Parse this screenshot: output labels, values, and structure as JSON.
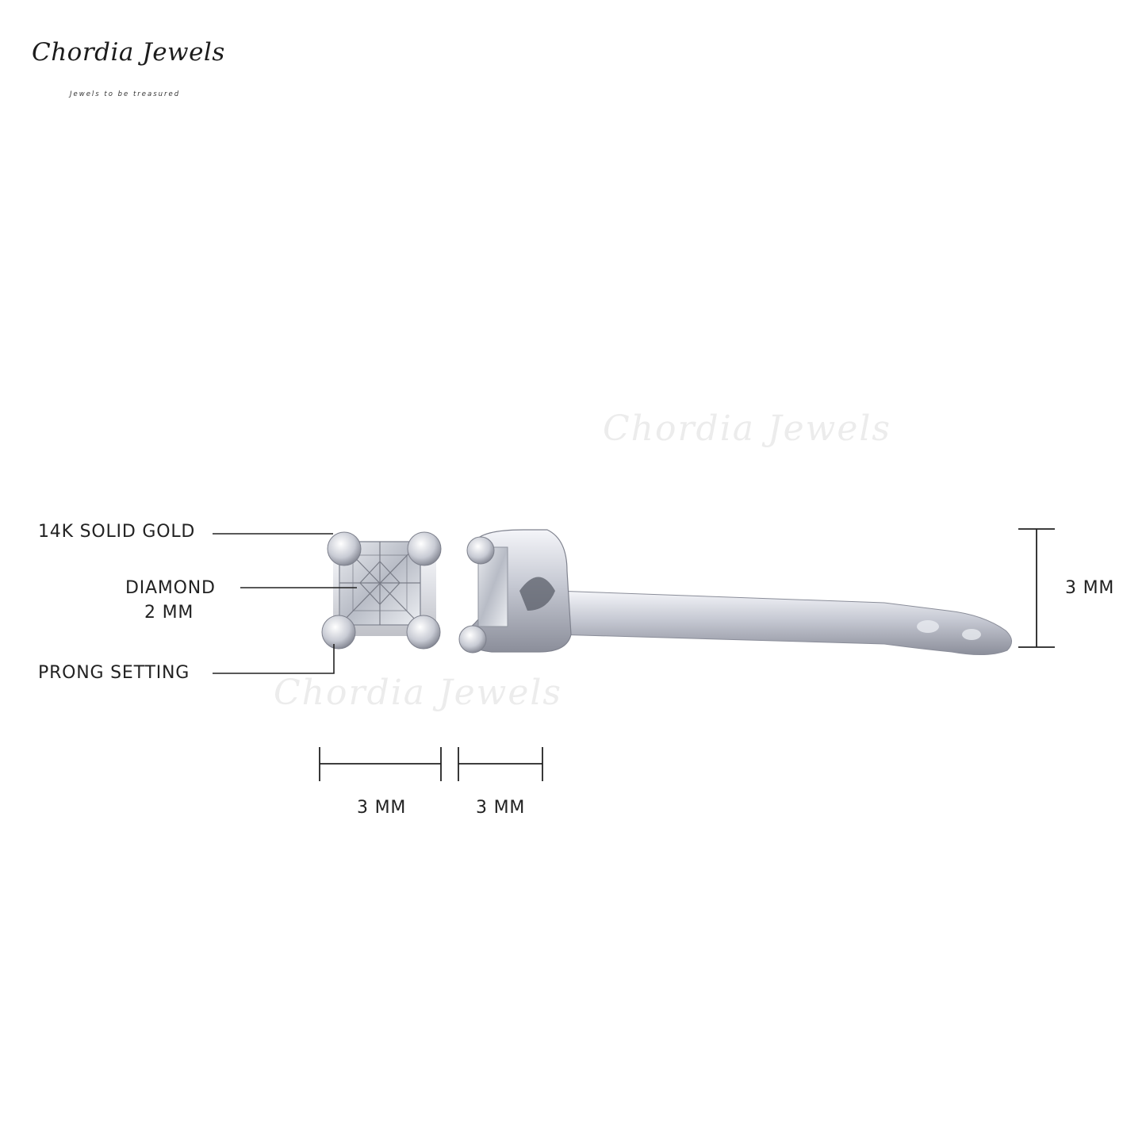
{
  "brand": {
    "name": "Chordia Jewels",
    "tagline": "Jewels to be treasured"
  },
  "watermarks": [
    "Chordia Jewels",
    "Chordia Jewels"
  ],
  "callouts": {
    "metal": "14K SOLID GOLD",
    "stone": "DIAMOND",
    "stone_size": "2 MM",
    "setting": "PRONG SETTING"
  },
  "dimensions": {
    "front_width": "3 MM",
    "side_width": "3 MM",
    "height": "3 MM"
  },
  "colors": {
    "background": "#ffffff",
    "metal": "#c9ccd6",
    "line": "#222222"
  }
}
